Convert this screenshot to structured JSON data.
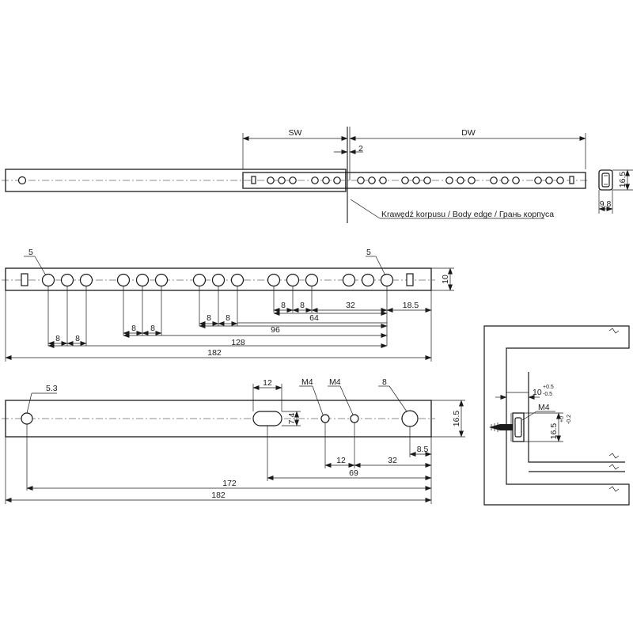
{
  "top_view": {
    "sw": "SW",
    "dw": "DW",
    "gap": "2",
    "height": "16.5",
    "depth": "9.8",
    "edge_label": "Krawędź korpusu / Body edge / Грань корпуса"
  },
  "rail_view": {
    "hole_dia_left": "5",
    "hole_dia_right": "5",
    "height": "10",
    "pitch_a": "8",
    "pitch_b": "8",
    "pitch_c": "8",
    "pitch_d": "8",
    "pitch_e": "8",
    "pitch_f": "8",
    "pitch_g": "8",
    "pitch_h": "8",
    "d32": "32",
    "d18_5": "18.5",
    "d64": "64",
    "d96": "96",
    "d128": "128",
    "d182": "182"
  },
  "body_view": {
    "hole_5_3": "5.3",
    "slot_len": "12",
    "slot_w": "7.4",
    "m4_a": "M4",
    "m4_b": "M4",
    "big_hole": "8",
    "height": "16.5",
    "d8_5": "8.5",
    "d12": "12",
    "d32": "32",
    "d69": "69",
    "d172": "172",
    "d182": "182"
  },
  "detail_view": {
    "offset_nominal": "10",
    "offset_tol_plus": "+0.5",
    "offset_tol_minus": "-0.5",
    "screw": "M4",
    "height_nominal": "16.5",
    "height_tol_plus": "+0",
    "height_tol_minus": "-0.2"
  }
}
